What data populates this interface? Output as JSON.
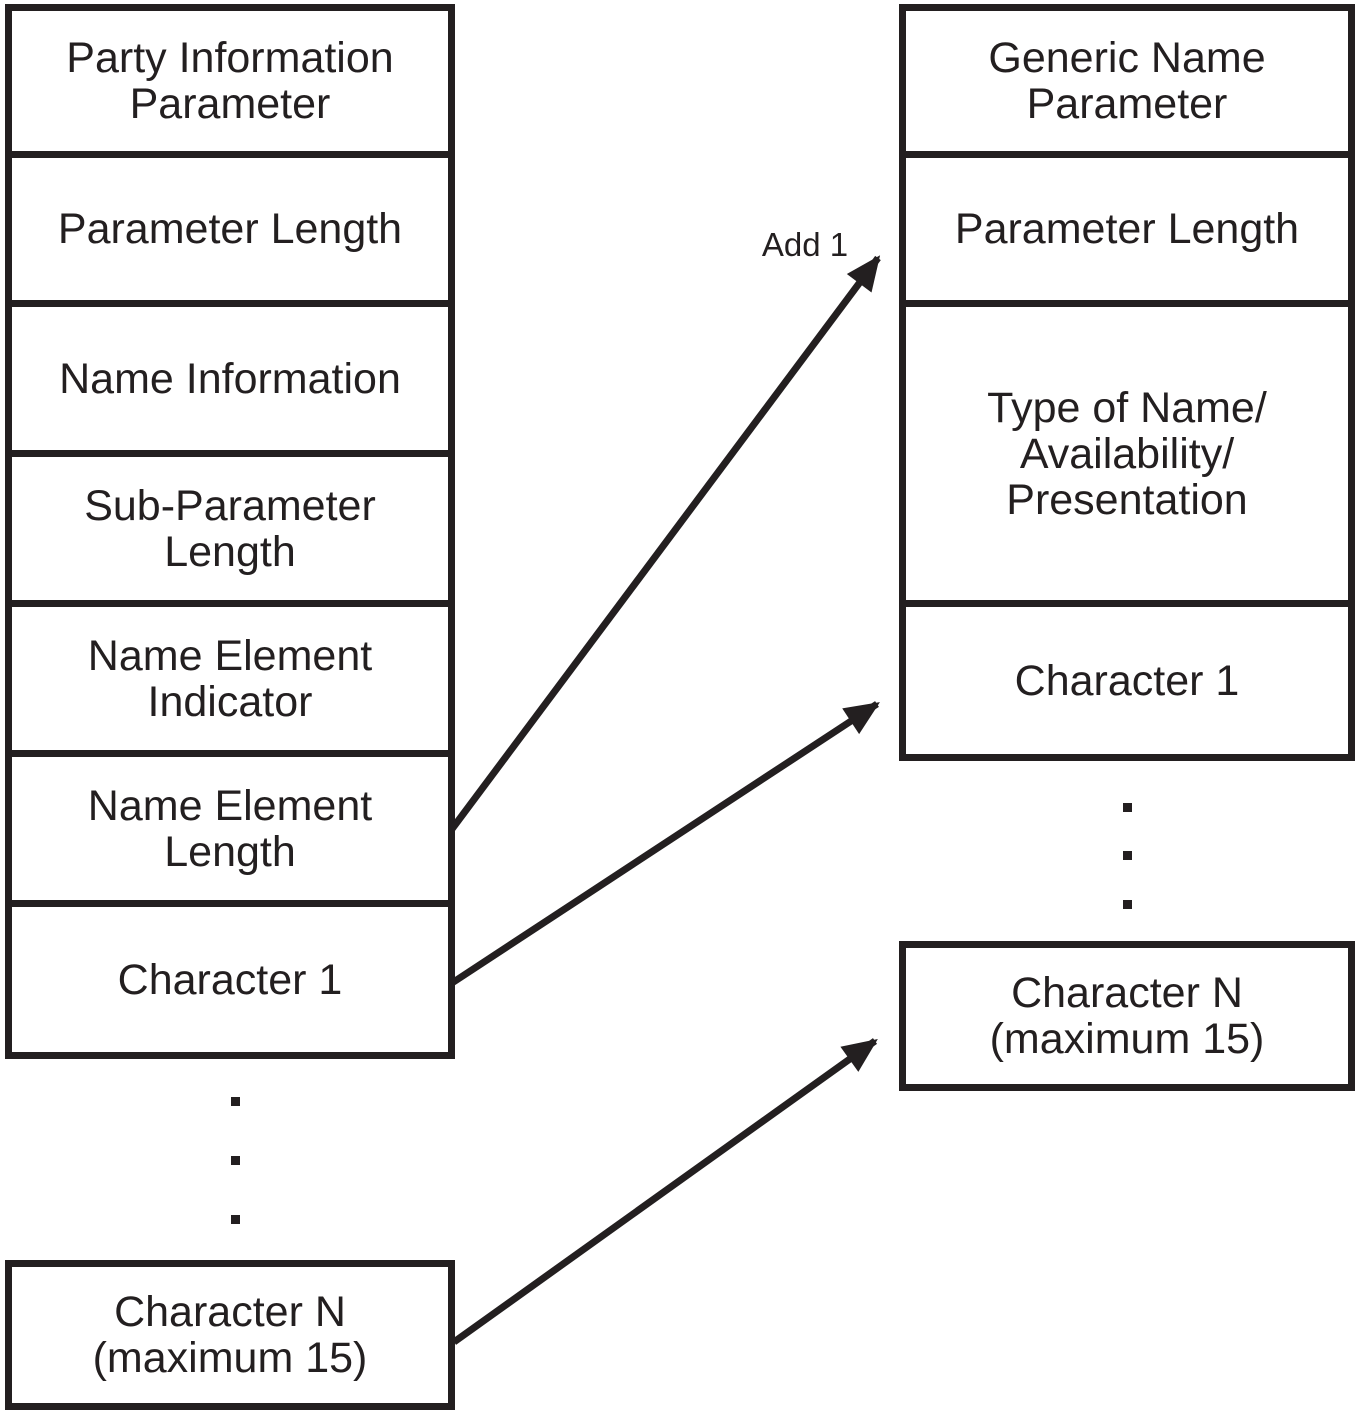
{
  "left_structure": {
    "rows": [
      "Party Information\nParameter",
      "Parameter Length",
      "Name Information",
      "Sub-Parameter\nLength",
      "Name Element\nIndicator",
      "Name Element\nLength",
      "Character 1"
    ],
    "tail_box": "Character N\n(maximum 15)"
  },
  "right_structure": {
    "rows": [
      "Generic Name\nParameter",
      "Parameter Length",
      "Type of Name/\nAvailability/\nPresentation",
      "Character 1"
    ],
    "tail_box": "Character N\n(maximum 15)"
  },
  "annotations": {
    "add_label": "Add 1"
  },
  "colors": {
    "line": "#231f20",
    "background": "#ffffff"
  }
}
